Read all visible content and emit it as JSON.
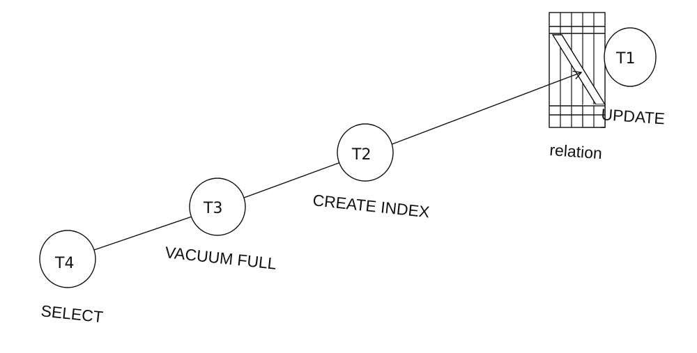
{
  "diagram": {
    "nodes": [
      {
        "id": "T1",
        "label": "T1",
        "operation": "UPDATE"
      },
      {
        "id": "T2",
        "label": "T2",
        "operation": "CREATE INDEX"
      },
      {
        "id": "T3",
        "label": "T3",
        "operation": "VACUUM FULL"
      },
      {
        "id": "T4",
        "label": "T4",
        "operation": "SELECT"
      }
    ],
    "resource": {
      "label": "relation"
    },
    "edges": [
      {
        "from": "T4",
        "to": "T3"
      },
      {
        "from": "T3",
        "to": "T2"
      },
      {
        "from": "T2",
        "to": "relation"
      }
    ]
  },
  "colors": {
    "stroke": "#111111",
    "background": "#ffffff"
  }
}
